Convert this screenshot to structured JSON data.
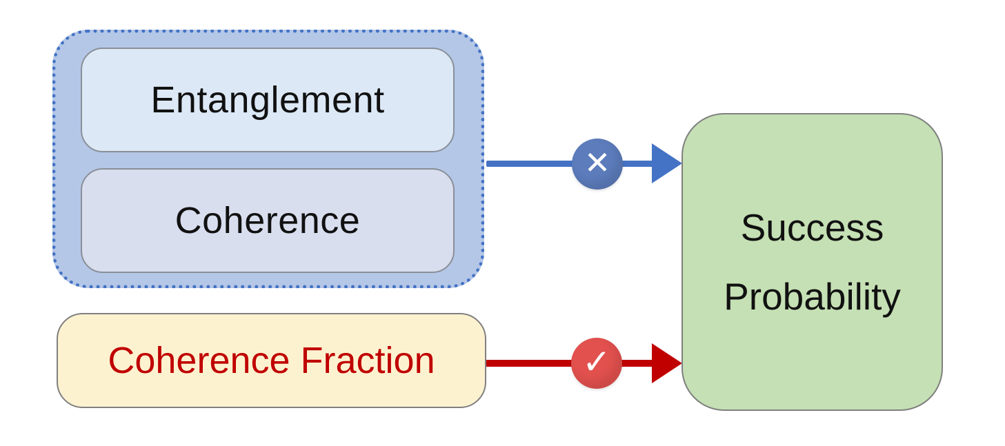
{
  "resource_group": {
    "items": [
      {
        "label": "Entanglement"
      },
      {
        "label": "Coherence"
      }
    ]
  },
  "coherence_fraction_box": {
    "label": "Coherence Fraction"
  },
  "success_box": {
    "line1": "Success",
    "line2": "Probability"
  },
  "connections": [
    {
      "from": "resource-group",
      "to": "success-box",
      "icon": "cross-icon",
      "glyph": "✕",
      "line_color": "#4472C4",
      "badge_color": "#5C7CBC"
    },
    {
      "from": "coherence-fraction-box",
      "to": "success-box",
      "icon": "check-icon",
      "glyph": "✓",
      "line_color": "#C00000",
      "badge_color": "#E2514E"
    }
  ],
  "colors": {
    "group_fill": "#B4C7E7",
    "group_border": "#4472C4",
    "entanglement_fill": "#DCE8F5",
    "coherence_fill": "#D9DEEF",
    "success_fill": "#C5E0B4",
    "coherence_fraction_fill": "#FDF2D0",
    "coherence_fraction_text": "#C00000",
    "box_border": "#7F7F7F"
  }
}
